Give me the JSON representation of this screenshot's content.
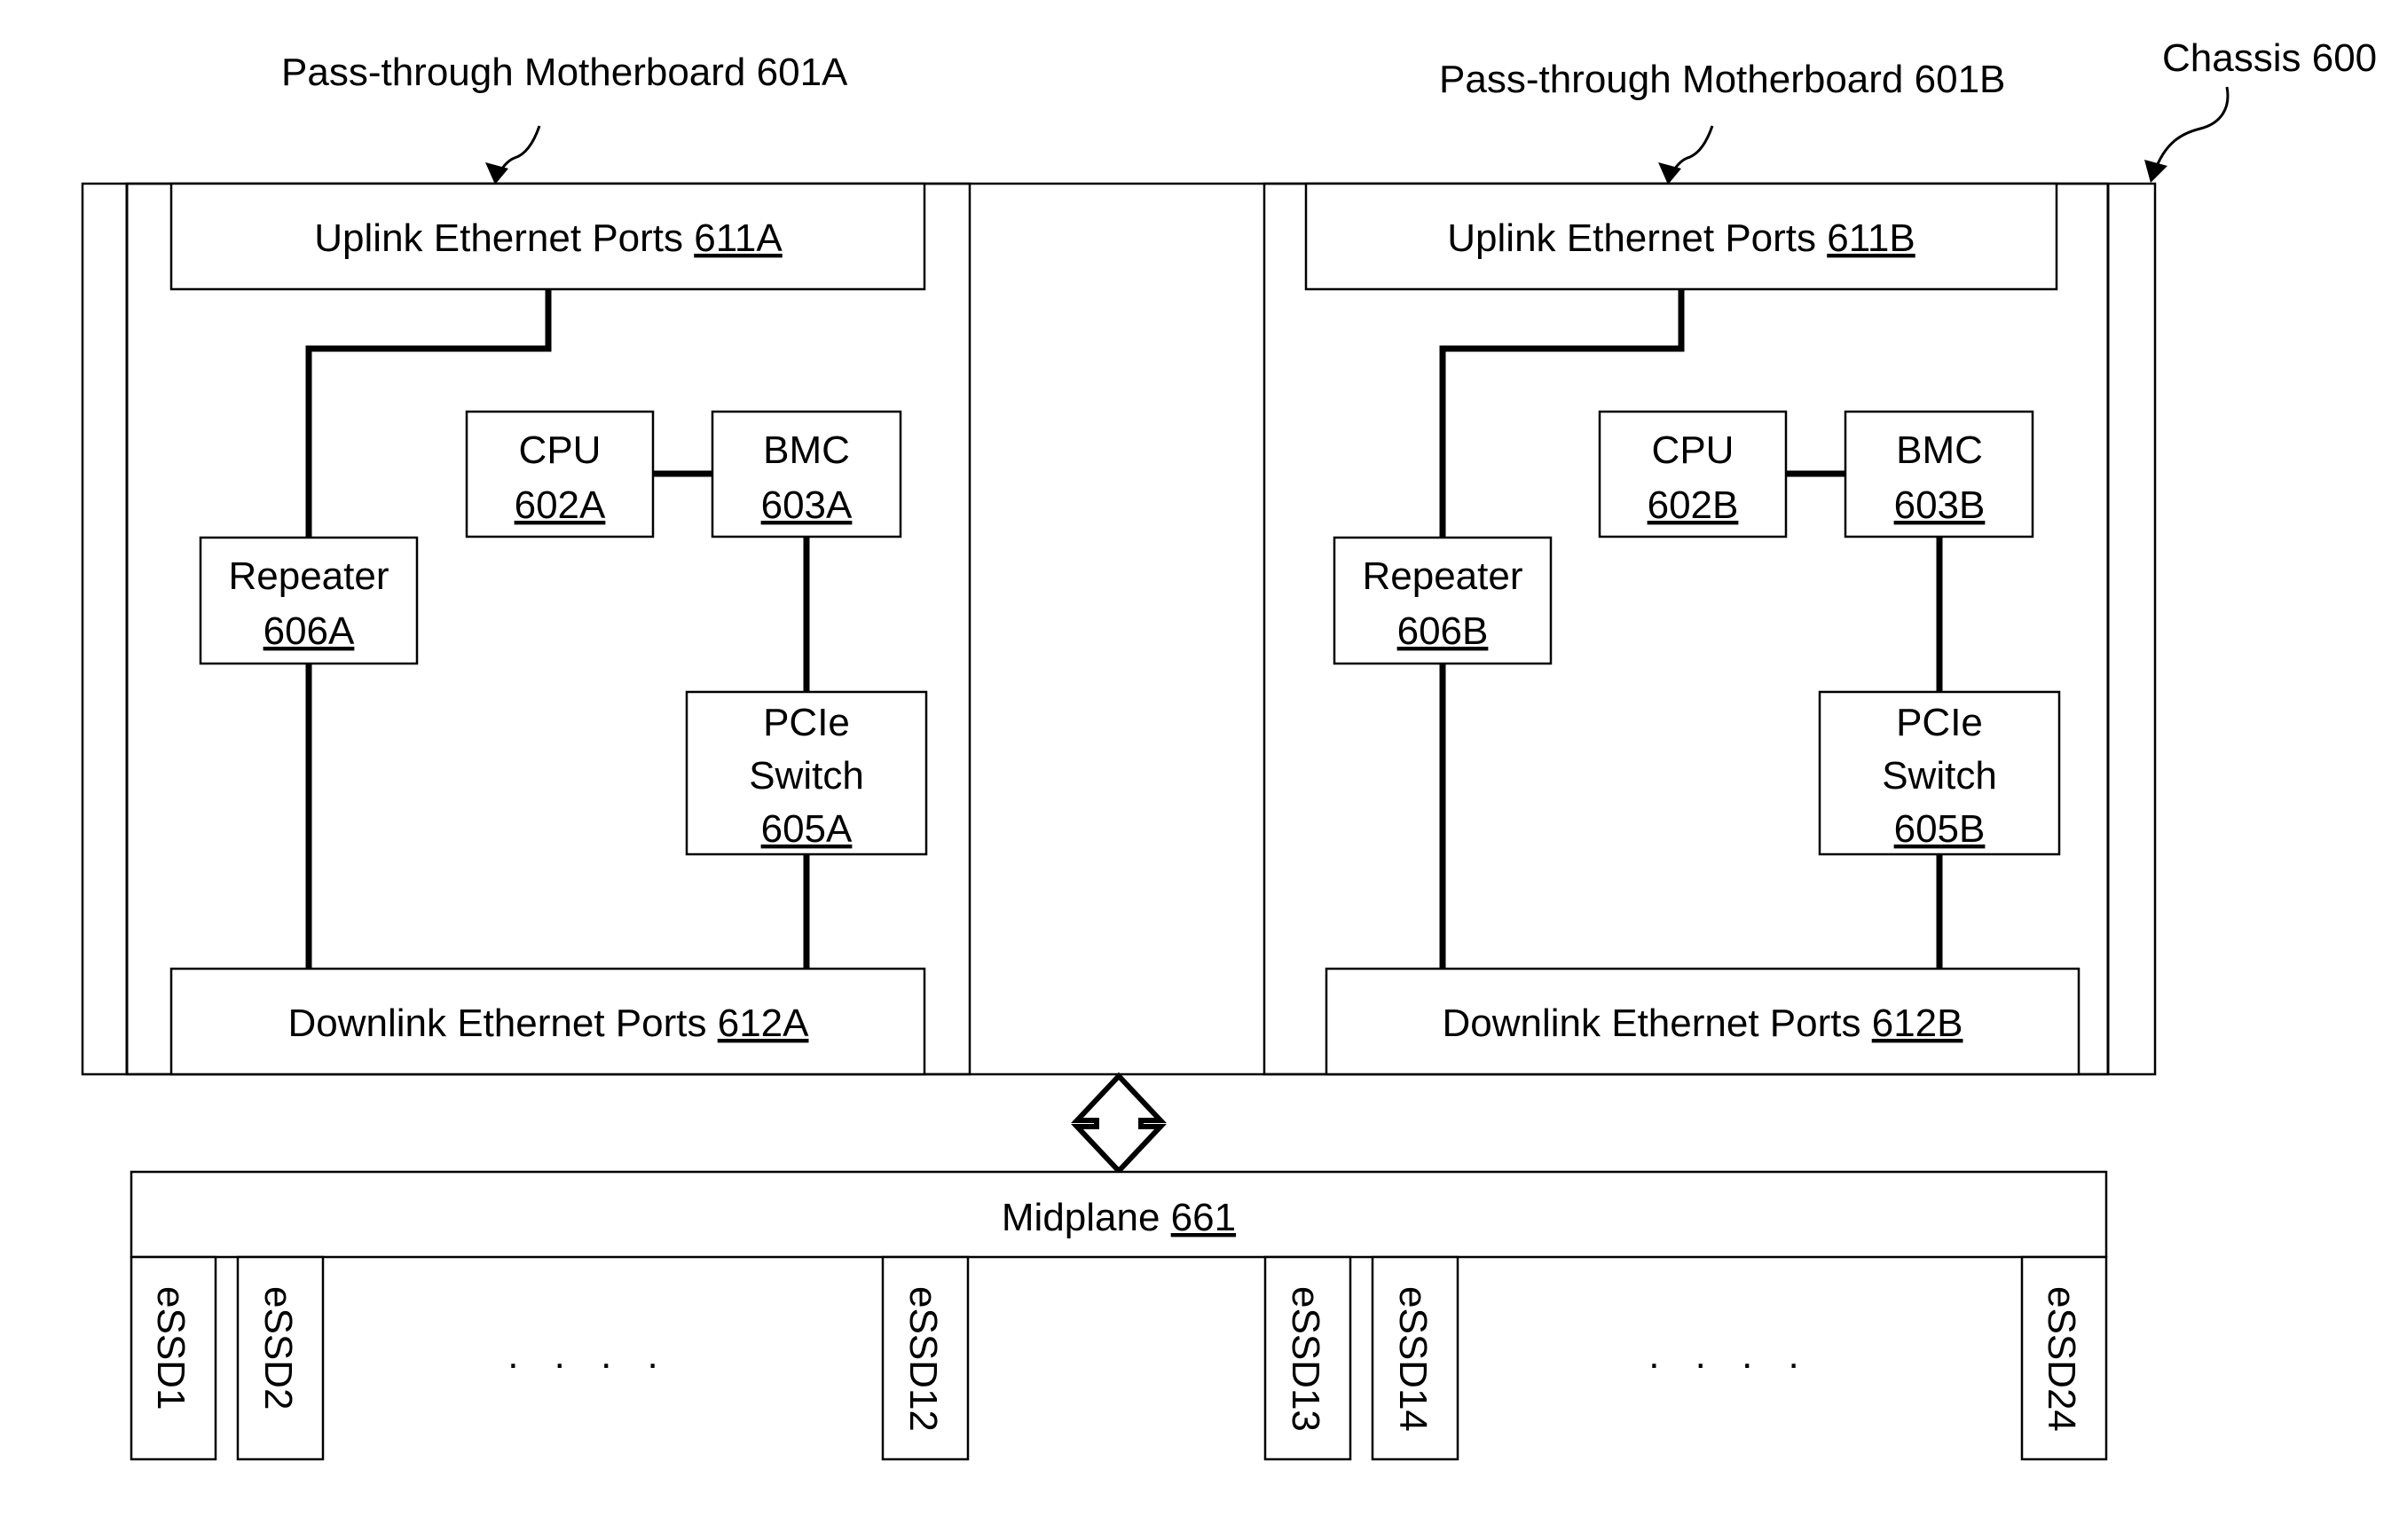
{
  "labels": {
    "motherboard_a": "Pass-through Motherboard 601A",
    "motherboard_b": "Pass-through Motherboard 601B",
    "chassis": "Chassis 600"
  },
  "motherboard_a": {
    "uplink": {
      "text": "Uplink Ethernet Ports ",
      "ref": "611A"
    },
    "downlink": {
      "text": "Downlink Ethernet Ports ",
      "ref": "612A"
    },
    "cpu": {
      "name": "CPU",
      "ref": "602A"
    },
    "bmc": {
      "name": "BMC",
      "ref": "603A"
    },
    "repeater": {
      "name": "Repeater",
      "ref": "606A"
    },
    "pcie": {
      "line1": "PCIe",
      "line2": "Switch",
      "ref": "605A"
    }
  },
  "motherboard_b": {
    "uplink": {
      "text": "Uplink Ethernet Ports ",
      "ref": "611B"
    },
    "downlink": {
      "text": "Downlink Ethernet Ports ",
      "ref": "612B"
    },
    "cpu": {
      "name": "CPU",
      "ref": "602B"
    },
    "bmc": {
      "name": "BMC",
      "ref": "603B"
    },
    "repeater": {
      "name": "Repeater",
      "ref": "606B"
    },
    "pcie": {
      "line1": "PCIe",
      "line2": "Switch",
      "ref": "605B"
    }
  },
  "midplane": {
    "text": "Midplane ",
    "ref": "661"
  },
  "essd": {
    "slot_1": "eSSD1",
    "slot_2": "eSSD2",
    "slot_12": "eSSD12",
    "slot_13": "eSSD13",
    "slot_14": "eSSD14",
    "slot_24": "eSSD24"
  },
  "ellipsis": ". . . ."
}
